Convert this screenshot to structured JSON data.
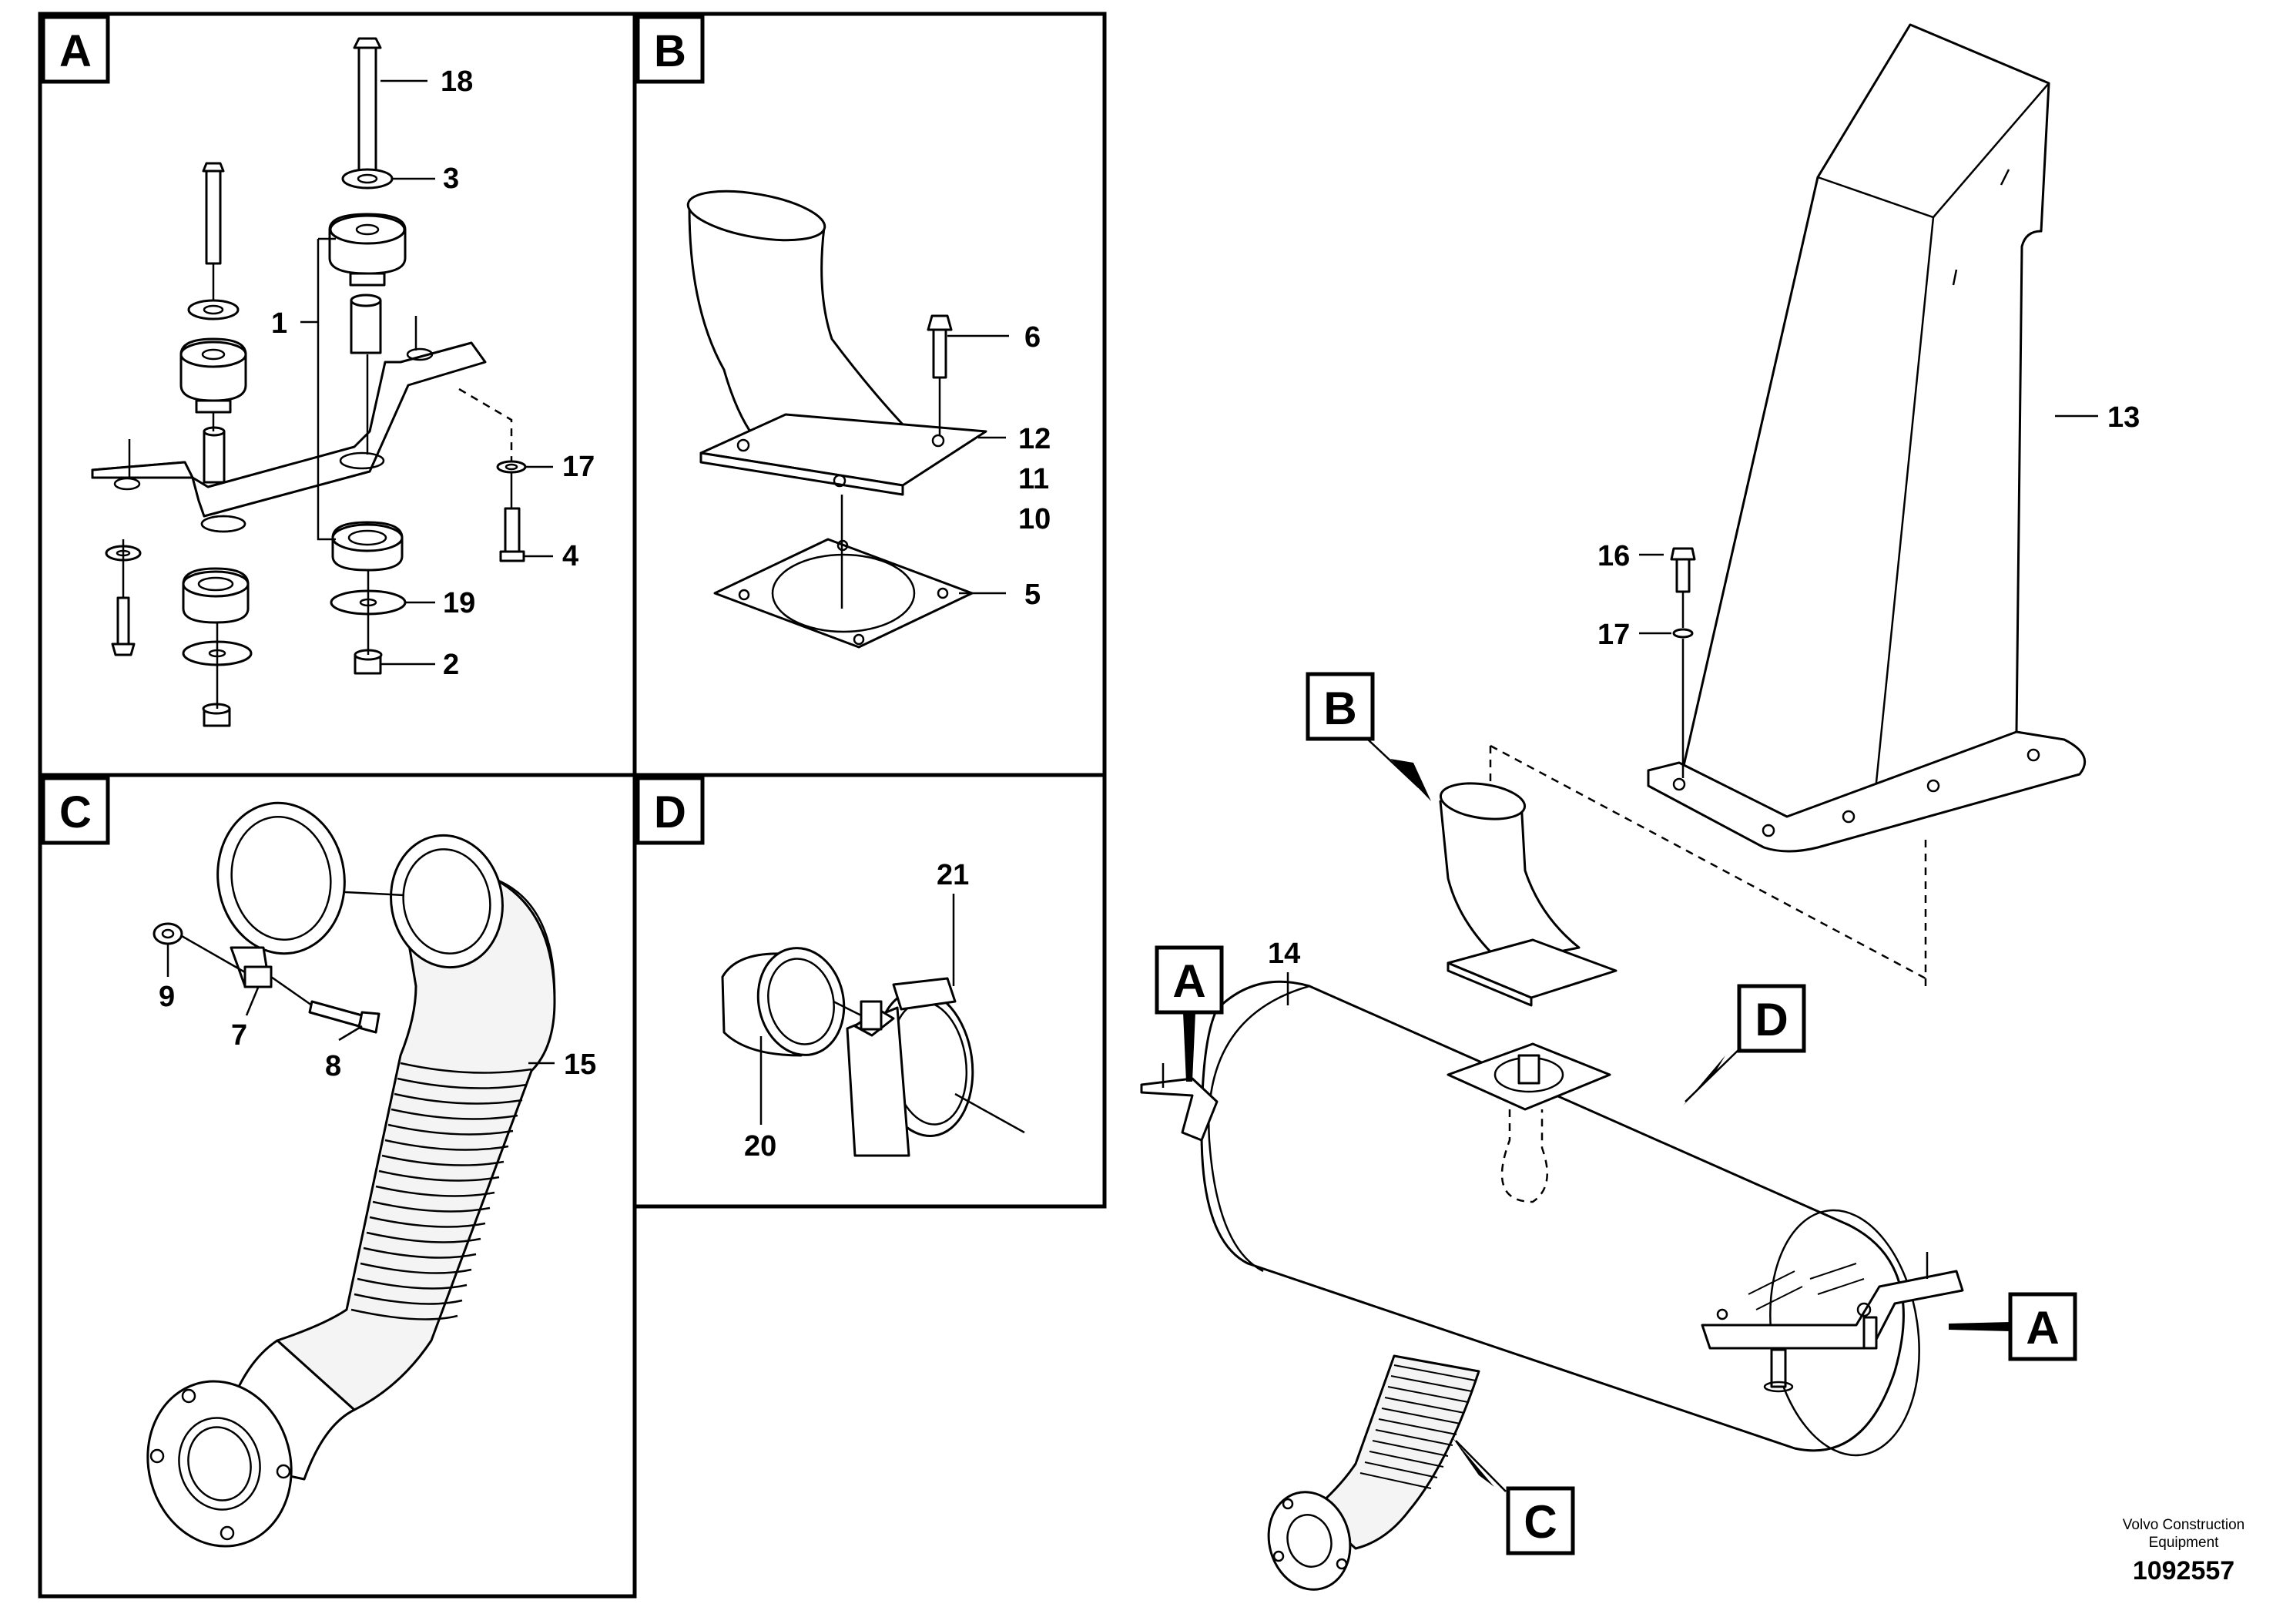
{
  "panels": [
    {
      "id": "A",
      "label": "A"
    },
    {
      "id": "B",
      "label": "B"
    },
    {
      "id": "C",
      "label": "C"
    },
    {
      "id": "D",
      "label": "D"
    }
  ],
  "callouts": [
    {
      "id": "B",
      "label": "B"
    },
    {
      "id": "A-left",
      "label": "A"
    },
    {
      "id": "D",
      "label": "D"
    },
    {
      "id": "A-right",
      "label": "A"
    },
    {
      "id": "C",
      "label": "C"
    }
  ],
  "part_numbers": {
    "p1": "1",
    "p2": "2",
    "p3": "3",
    "p4": "4",
    "p5": "5",
    "p6": "6",
    "p7": "7",
    "p8": "8",
    "p9": "9",
    "p10": "10",
    "p11": "11",
    "p12": "12",
    "p13": "13",
    "p14": "14",
    "p15": "15",
    "p16": "16",
    "p17a": "17",
    "p17b": "17",
    "p18": "18",
    "p19": "19",
    "p20": "20",
    "p21": "21"
  },
  "footer": {
    "brand_line1": "Volvo Construction",
    "brand_line2": "Equipment",
    "drawing_number": "1092557"
  }
}
